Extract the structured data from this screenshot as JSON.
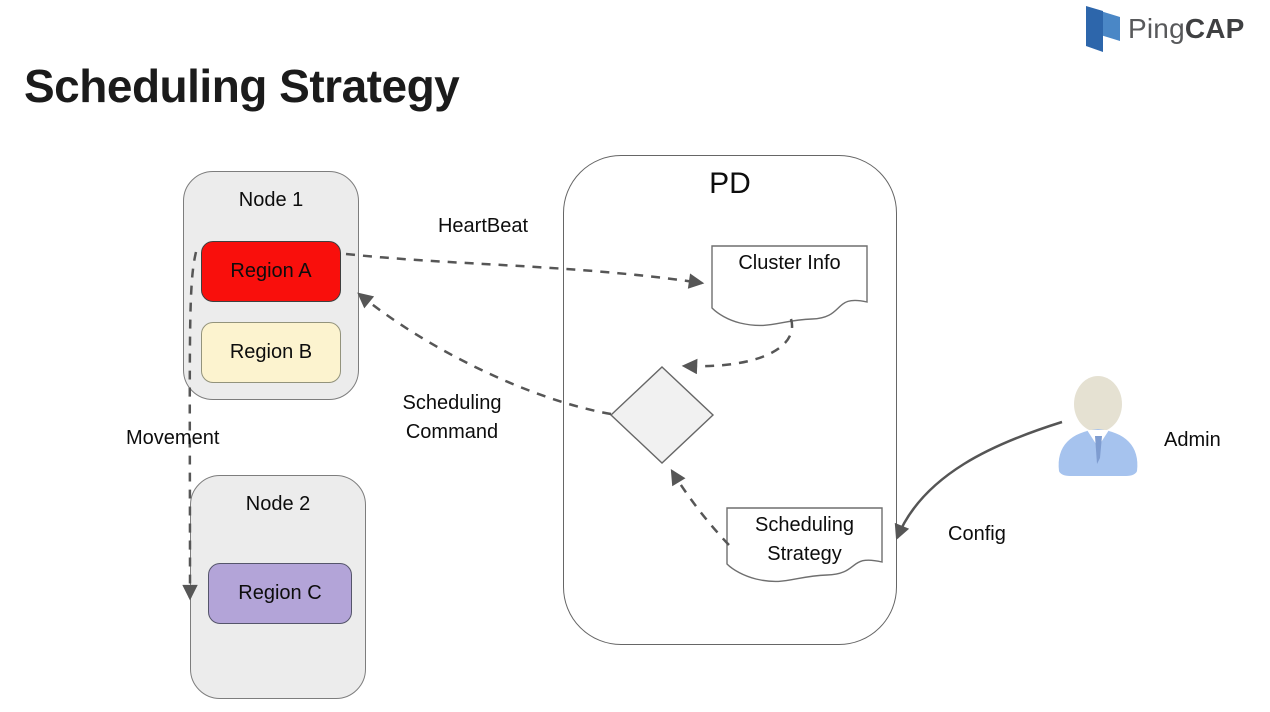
{
  "brand": {
    "ping": "Ping",
    "cap": "CAP"
  },
  "title": "Scheduling Strategy",
  "node1": {
    "title": "Node 1",
    "region_a": "Region A",
    "region_b": "Region B"
  },
  "node2": {
    "title": "Node 2",
    "region_c": "Region C"
  },
  "pd": {
    "title": "PD",
    "cluster_info": "Cluster Info",
    "scheduling_strategy": "Scheduling Strategy"
  },
  "labels": {
    "heartbeat": "HeartBeat",
    "scheduling_command": "Scheduling Command",
    "movement": "Movement",
    "config": "Config",
    "admin": "Admin"
  },
  "colors": {
    "region_a": "#f90f0c",
    "region_b": "#fcf3cf",
    "region_c": "#b3a4d8",
    "node_fill": "#ececec",
    "diamond_fill": "#f1f1f1",
    "doc_fill": "#ffffff",
    "arrow": "#565656",
    "admin_head": "#e5e1d2",
    "admin_body": "#a6c3ee",
    "admin_tie": "#7e9cd0",
    "logo_dark": "#2d66ab",
    "logo_light": "#4a87c6"
  }
}
